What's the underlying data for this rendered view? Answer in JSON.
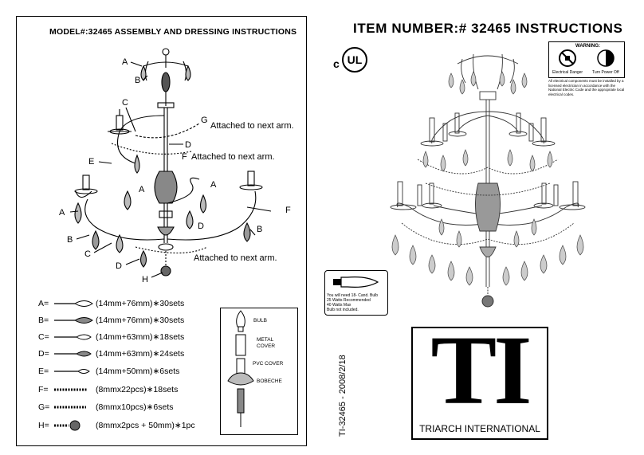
{
  "left": {
    "title": "MODEL#:32465 ASSEMBLY AND DRESSING INSTRUCTIONS",
    "labels": {
      "A": "A",
      "B": "B",
      "C": "C",
      "D": "D",
      "E": "E",
      "F": "F",
      "G": "G",
      "H": "H"
    },
    "notes": {
      "g_attached": "Attached to next arm.",
      "f_attached": "Attached to next arm.",
      "bottom_attached": "Attached to next arm."
    },
    "legend": [
      {
        "key": "A=",
        "desc": "(14mm+76mm)∗30sets"
      },
      {
        "key": "B=",
        "desc": "(14mm+76mm)∗30sets"
      },
      {
        "key": "C=",
        "desc": "(14mm+63mm)∗18sets"
      },
      {
        "key": "D=",
        "desc": "(14mm+63mm)∗24sets"
      },
      {
        "key": "E=",
        "desc": "(14mm+50mm)∗6sets"
      },
      {
        "key": "F=",
        "desc": "(8mmx22pcs)∗18sets"
      },
      {
        "key": "G=",
        "desc": "(8mmx10pcs)∗6sets"
      },
      {
        "key": "H=",
        "desc": "(8mmx2pcs + 50mm)∗1pc"
      }
    ],
    "parts": {
      "bulb": "BULB",
      "metal_cover_1": "METAL",
      "metal_cover_2": "COVER",
      "pvc_cover": "PVC COVER",
      "bobeche": "BOBECHE"
    }
  },
  "right": {
    "title": "ITEM NUMBER:# 32465  INSTRUCTIONS",
    "ul_c": "c",
    "ul_mark": "UL",
    "warning": {
      "title": "WARNING:",
      "left_label": "Electrical Danger",
      "right_label": "Turn Power Off",
      "text": "All electrical components must be installed by a licensed electrician in accordance with the National Electric Code and the appropriate local electrical codes."
    },
    "bulb_note": {
      "line1": "You will need 18- Cand. Bulb",
      "line2": "25 Watts Recommended",
      "line3": "40 Watts Max",
      "line4": "Bulb not included."
    },
    "doc_id": "TI-32465 - 2008/2/18",
    "logo_letters": "TI",
    "company": "TRIARCH INTERNATIONAL"
  }
}
